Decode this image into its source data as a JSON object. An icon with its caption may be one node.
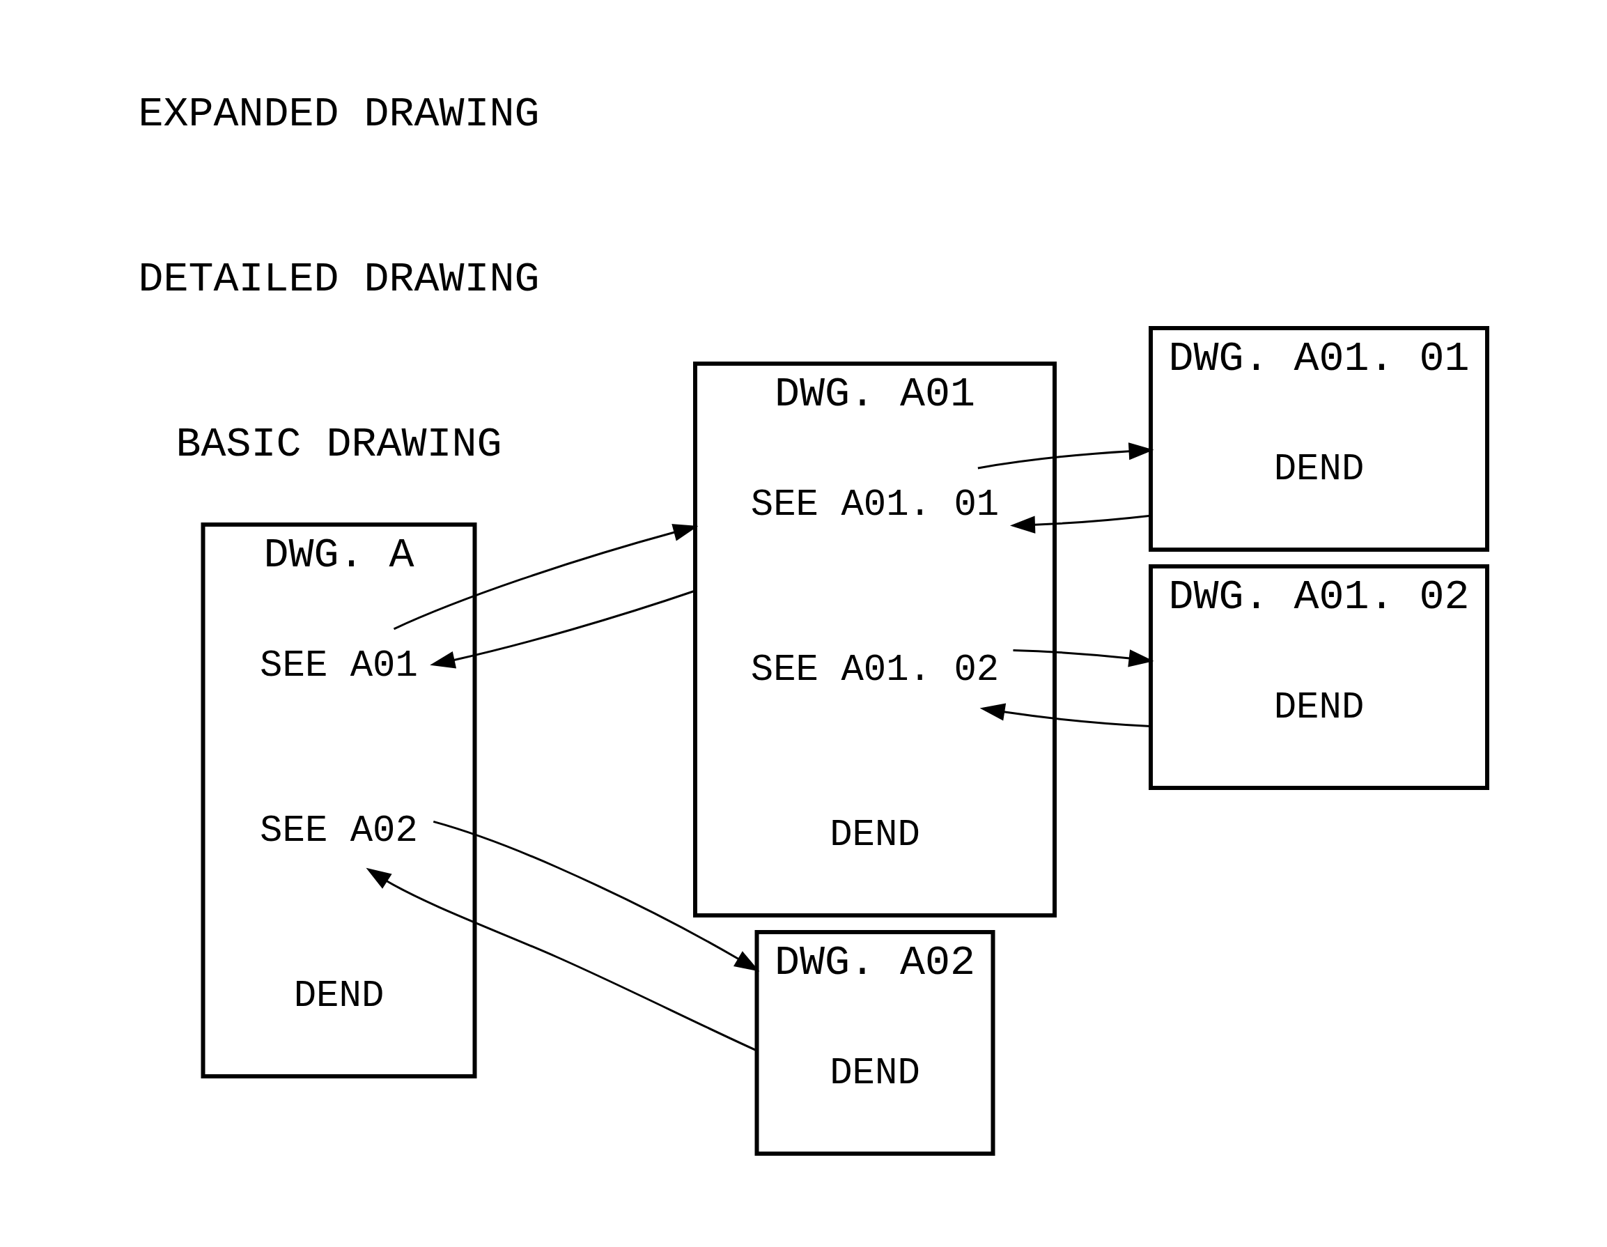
{
  "diagram": {
    "nodes": [
      {
        "text": [
          "DWG. A"
        ]
      },
      {
        "text": [
          "SEE A01"
        ],
        "in": 0
      },
      {
        "text": [
          "SEE A02"
        ],
        "in": 0
      },
      {
        "text": [
          "DEND"
        ],
        "in": 0
      },
      {
        "text": [
          "DWG. A01"
        ]
      },
      {
        "text": [
          "SEE A01. 01"
        ],
        "in": 4
      },
      {
        "text": [
          "SEE A01. 02"
        ],
        "in": 4
      },
      {
        "text": [
          "DEND"
        ],
        "in": 4
      },
      {
        "text": [
          "DWG. A01. 01"
        ]
      },
      {
        "text": [
          "DEND"
        ],
        "in": 8
      },
      {
        "text": [
          "DWG. A01. 02"
        ]
      },
      {
        "text": [
          "DEND"
        ],
        "in": 10
      },
      {
        "text": [
          "DWG. A02"
        ]
      },
      {
        "text": [
          "DEND"
        ],
        "in": 12
      }
    ],
    "edges": [
      {
        "from": 1,
        "to": 4,
        "arrow": "to"
      },
      {
        "from": 4,
        "to": 1,
        "arrow": "to"
      },
      {
        "from": 5,
        "to": 8,
        "arrow": "to"
      },
      {
        "from": 8,
        "to": 5,
        "arrow": "to"
      },
      {
        "from": 6,
        "to": 10,
        "arrow": "to"
      },
      {
        "from": 10,
        "to": 6,
        "arrow": "to"
      },
      {
        "from": 2,
        "to": 12,
        "arrow": "to"
      },
      {
        "from": 12,
        "to": 2,
        "arrow": "to"
      }
    ],
    "labels": [
      "BASIC DRAWING",
      "DETAILED DRAWING",
      "EXPANDED DRAWING"
    ]
  }
}
